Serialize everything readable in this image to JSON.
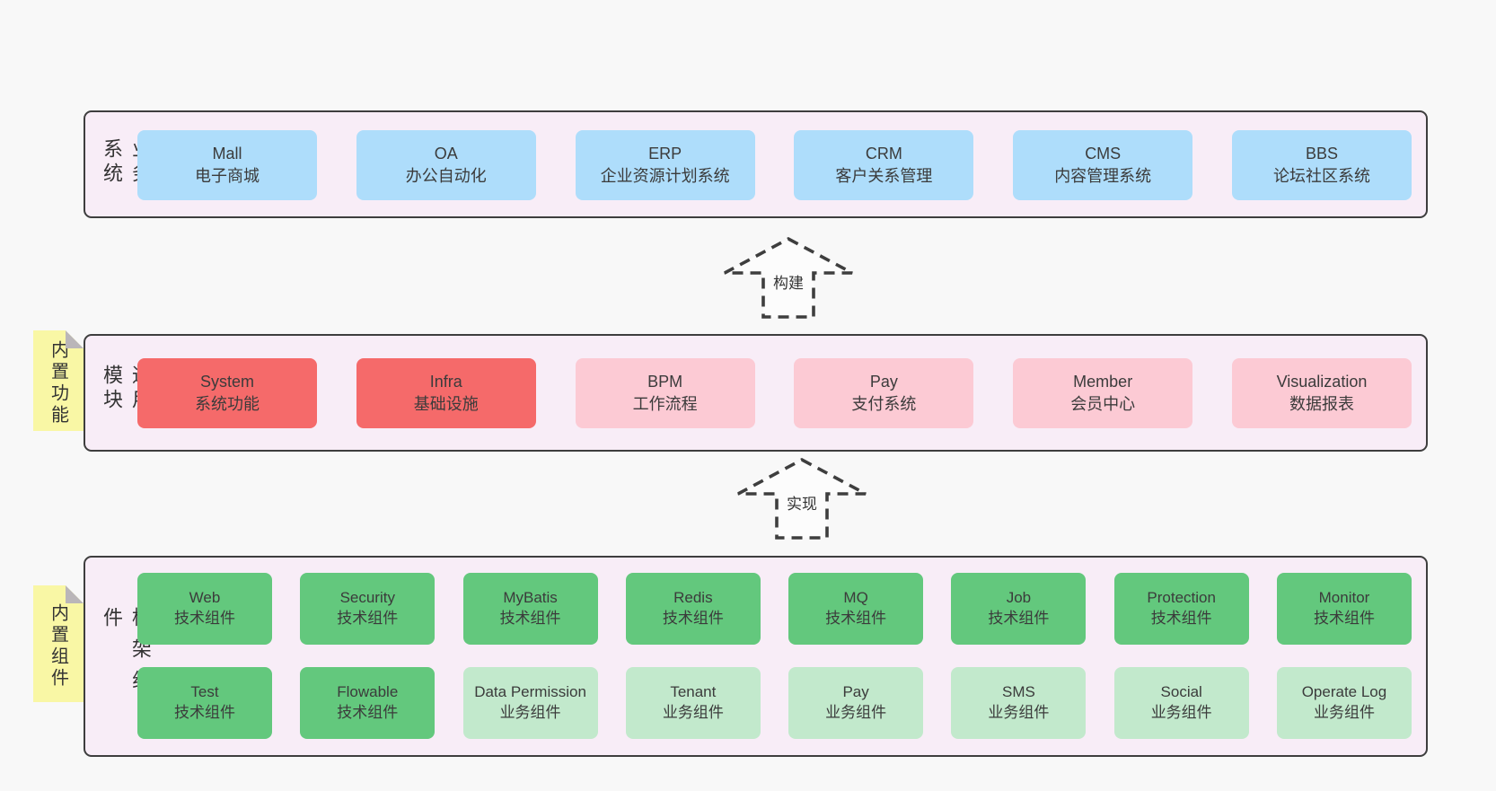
{
  "colors": {
    "page_bg": "#f8f8f8",
    "layer_bg": "#f8edf7",
    "layer_border": "#3e3e3e",
    "box_blue": "#aeddfb",
    "box_red": "#f56a6a",
    "box_pink": "#fccad4",
    "box_green": "#63c87d",
    "box_green_light": "#c2e9cc",
    "note_yellow": "#f9f7a5",
    "note_fold_gray": "#bab6b9",
    "text": "#3b3b3b"
  },
  "arrows": {
    "build": "构建",
    "implement": "实现"
  },
  "layers": {
    "business": {
      "label": "业务系统",
      "boxes": [
        {
          "title": "Mall",
          "subtitle": "电子商城"
        },
        {
          "title": "OA",
          "subtitle": "办公自动化"
        },
        {
          "title": "ERP",
          "subtitle": "企业资源计划系统"
        },
        {
          "title": "CRM",
          "subtitle": "客户关系管理"
        },
        {
          "title": "CMS",
          "subtitle": "内容管理系统"
        },
        {
          "title": "BBS",
          "subtitle": "论坛社区系统"
        }
      ]
    },
    "modules": {
      "label": "通用模块",
      "note": "内置功能",
      "boxes": [
        {
          "title": "System",
          "subtitle": "系统功能"
        },
        {
          "title": "Infra",
          "subtitle": "基础设施"
        },
        {
          "title": "BPM",
          "subtitle": "工作流程"
        },
        {
          "title": "Pay",
          "subtitle": "支付系统"
        },
        {
          "title": "Member",
          "subtitle": "会员中心"
        },
        {
          "title": "Visualization",
          "subtitle": "数据报表"
        }
      ]
    },
    "components": {
      "label": "框架组件",
      "note": "内置组件",
      "row1": [
        {
          "title": "Web",
          "subtitle": "技术组件"
        },
        {
          "title": "Security",
          "subtitle": "技术组件"
        },
        {
          "title": "MyBatis",
          "subtitle": "技术组件"
        },
        {
          "title": "Redis",
          "subtitle": "技术组件"
        },
        {
          "title": "MQ",
          "subtitle": "技术组件"
        },
        {
          "title": "Job",
          "subtitle": "技术组件"
        },
        {
          "title": "Protection",
          "subtitle": "技术组件"
        },
        {
          "title": "Monitor",
          "subtitle": "技术组件"
        }
      ],
      "row2": [
        {
          "title": "Test",
          "subtitle": "技术组件"
        },
        {
          "title": "Flowable",
          "subtitle": "技术组件"
        },
        {
          "title": "Data Permission",
          "subtitle": "业务组件"
        },
        {
          "title": "Tenant",
          "subtitle": "业务组件"
        },
        {
          "title": "Pay",
          "subtitle": "业务组件"
        },
        {
          "title": "SMS",
          "subtitle": "业务组件"
        },
        {
          "title": "Social",
          "subtitle": "业务组件"
        },
        {
          "title": "Operate Log",
          "subtitle": "业务组件"
        }
      ]
    }
  }
}
